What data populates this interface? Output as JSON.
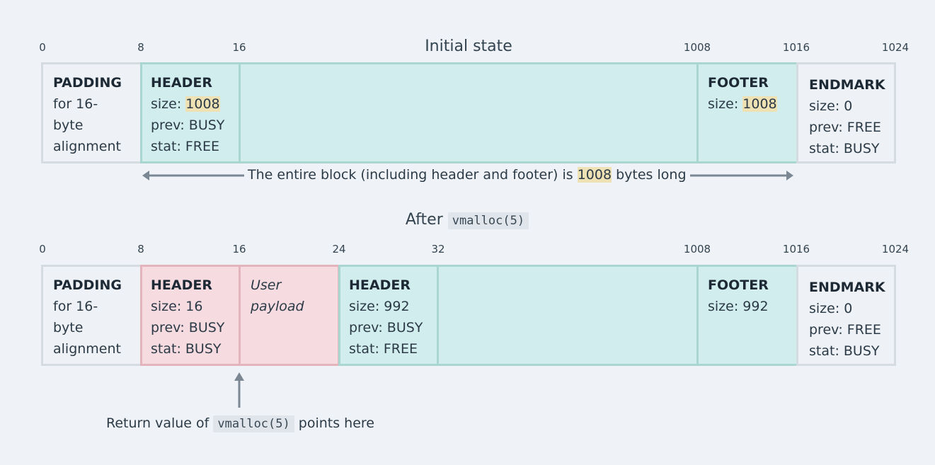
{
  "diagram1": {
    "title": "Initial state",
    "ticks": [
      "0",
      "8",
      "16",
      "1008",
      "1016",
      "1024"
    ],
    "padding": {
      "title": "PADDING",
      "lines": [
        "for 16-",
        "byte",
        "alignment"
      ]
    },
    "header": {
      "title": "HEADER",
      "size_label": "size: ",
      "size_value": "1008",
      "prev": "prev: BUSY",
      "stat": "stat: FREE"
    },
    "footer": {
      "title": "FOOTER",
      "size_label": "size: ",
      "size_value": "1008"
    },
    "endmark": {
      "title": "ENDMARK",
      "size": "size: 0",
      "prev": "prev: FREE",
      "stat": "stat: BUSY"
    },
    "caption_pre": "The entire block (including header and footer) is ",
    "caption_value": "1008",
    "caption_post": " bytes long"
  },
  "diagram2": {
    "title_pre": "After ",
    "title_code": "vmalloc(5)",
    "ticks": [
      "0",
      "8",
      "16",
      "24",
      "32",
      "1008",
      "1016",
      "1024"
    ],
    "padding": {
      "title": "PADDING",
      "lines": [
        "for 16-",
        "byte",
        "alignment"
      ]
    },
    "header_busy": {
      "title": "HEADER",
      "size": "size: 16",
      "prev": "prev: BUSY",
      "stat": "stat: BUSY"
    },
    "payload": {
      "line1": "User",
      "line2": "payload"
    },
    "header_free": {
      "title": "HEADER",
      "size": "size: 992",
      "prev": "prev: BUSY",
      "stat": "stat: FREE"
    },
    "footer": {
      "title": "FOOTER",
      "size": "size: 992"
    },
    "endmark": {
      "title": "ENDMARK",
      "size": "size: 0",
      "prev": "prev: FREE",
      "stat": "stat: BUSY"
    },
    "caption_pre": "Return value of ",
    "caption_code": "vmalloc(5)",
    "caption_post": " points here"
  },
  "colors": {
    "free_fill": "#d1edee",
    "busy_fill": "#f6dbe0",
    "highlight": "#eee1b4",
    "arrow": "#7b8894"
  }
}
